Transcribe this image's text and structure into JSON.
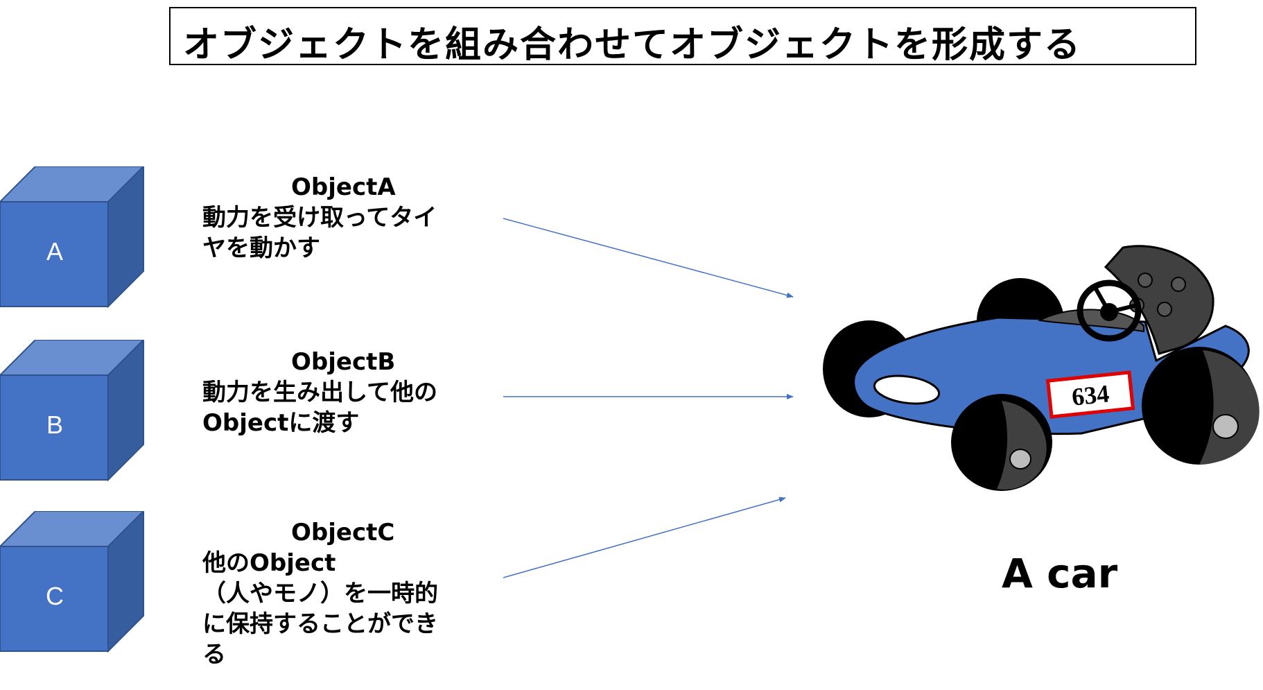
{
  "title": "オブジェクトを組み合わせてオブジェクトを形成する",
  "objects": [
    {
      "cube_label": "A",
      "name": "ObjectA",
      "lines": [
        "動力を受け取ってタイ",
        "ヤを動かす"
      ]
    },
    {
      "cube_label": "B",
      "name": "ObjectB",
      "lines": [
        "動力を生み出して他の",
        "Objectに渡す"
      ]
    },
    {
      "cube_label": "C",
      "name": "ObjectC",
      "lines": [
        "他のObject",
        "（人やモノ）を一時的",
        "に保持することができ",
        "る"
      ]
    }
  ],
  "car": {
    "label": "A car",
    "number": "634"
  },
  "colors": {
    "cube_front": "#4472C4",
    "cube_top": "#6A8FD0",
    "cube_side": "#365D9E",
    "arrow": "#4472C4",
    "car_body": "#4472C4",
    "plate_border": "#E00000"
  }
}
